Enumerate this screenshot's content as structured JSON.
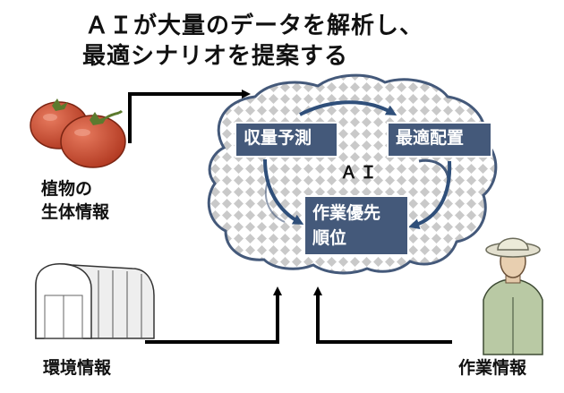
{
  "title": {
    "line1": "ＡＩが大量のデータを解析し、",
    "line2": "最適シナリオを提案する"
  },
  "inputs": {
    "plant": [
      "植物の",
      "生体情報"
    ],
    "environment": "環境情報",
    "work": "作業情報"
  },
  "brain": {
    "center_label": "ＡＩ",
    "boxes": {
      "yield": "収量予測",
      "optimal": "最適配置",
      "priority": [
        "作業優先",
        "順位"
      ]
    }
  },
  "colors": {
    "box_fill": "#44597a",
    "cycle_arrow": "#2f4f7a",
    "input_arrow": "#000000",
    "brain_outline": "#44597a",
    "tomato": "#c9482e"
  }
}
